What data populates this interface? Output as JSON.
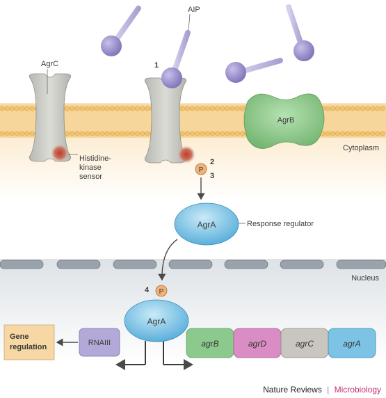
{
  "labels": {
    "aip": "AIP",
    "agrc": "AgrC",
    "agrb": "AgrB",
    "cytoplasm": "Cytoplasm",
    "sensor_line1": "Histidine-",
    "sensor_line2": "kinase",
    "sensor_line3": "sensor",
    "agra_top": "AgrA",
    "response_regulator": "Response regulator",
    "nucleus": "Nucleus",
    "agra_bottom": "AgrA",
    "phospho_p": "P",
    "phospho_p2": "P",
    "gene_regulation_line1": "Gene",
    "gene_regulation_line2": "regulation",
    "rnaiii": "RNAIII",
    "step1": "1",
    "step2": "2",
    "step3": "3",
    "step4": "4"
  },
  "genes": [
    "agrB",
    "agrD",
    "agrC",
    "agrA"
  ],
  "footer": {
    "journal": "Nature Reviews",
    "separator": "|",
    "section": "Microbiology"
  },
  "colors": {
    "aip": "#9a8fc8",
    "agrc": "#cfcfc9",
    "agrb": "#8cc98c",
    "agra": "#7dc3e6",
    "kinase": "#b84a3c",
    "phosphate": "#f1b27a",
    "membrane": "#f7dba8",
    "nucleus_bg": "#e6e9ec",
    "gene_box": "#f7d7a4",
    "rnaiii": "#b3a9d8",
    "gene_agrB": "#8cc98c",
    "gene_agrD": "#d98dc4",
    "gene_agrC": "#c8c6be",
    "gene_agrA": "#7dc3e6",
    "brand_accent": "#c0306a"
  }
}
